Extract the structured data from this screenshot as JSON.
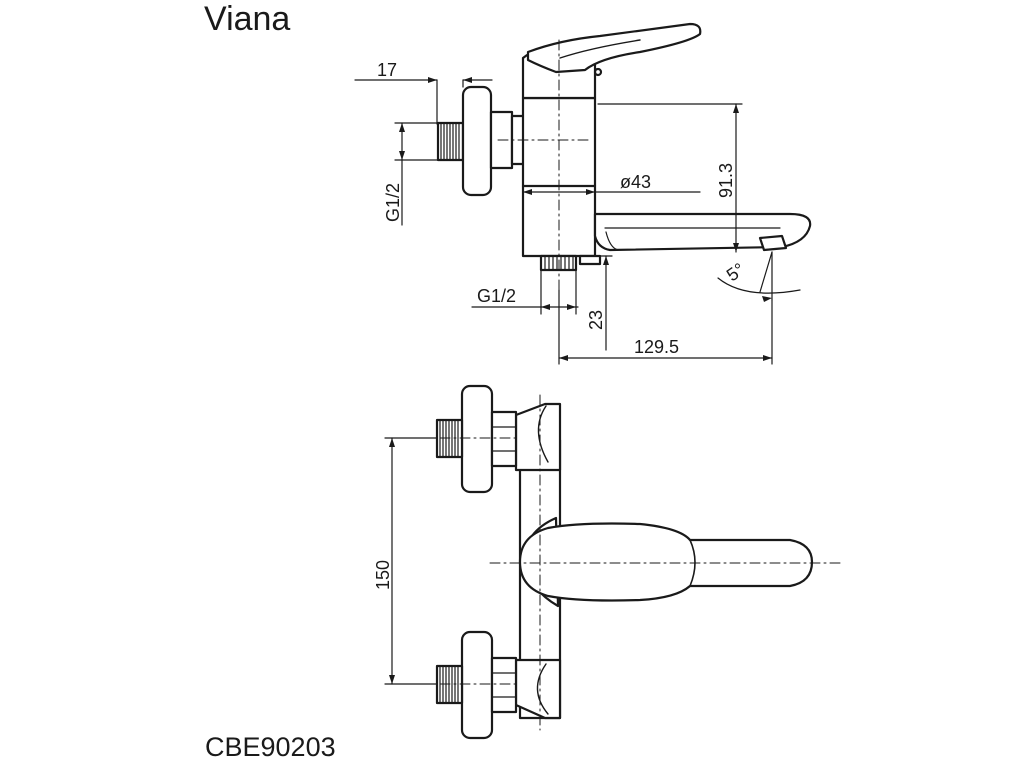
{
  "title": "Viana",
  "product_code": "CBE90203",
  "dimensions": {
    "flange_depth": "17",
    "thread_wall": "G1/2",
    "thread_outlet": "G1/2",
    "body_diameter": "ø43",
    "height": "91.3",
    "spout_angle": "5°",
    "outlet_offset": "23",
    "spout_reach": "129.5",
    "inlet_spacing": "150"
  },
  "colors": {
    "line": "#1a1a1a",
    "background": "#ffffff"
  }
}
